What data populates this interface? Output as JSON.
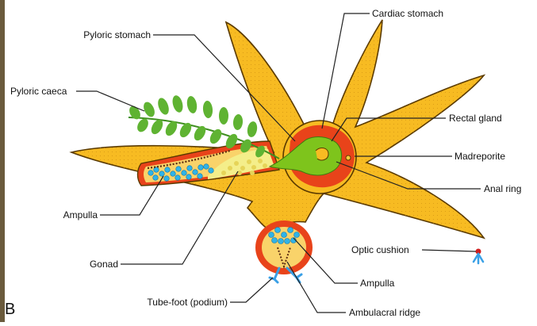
{
  "panel_letter": "B",
  "labels": {
    "cardiac_stomach": "Cardiac stomach",
    "pyloric_stomach": "Pyloric stomach",
    "pyloric_caeca": "Pyloric caeca",
    "rectal_gland": "Rectal gland",
    "madreporite": "Madreporite",
    "anal_ring": "Anal ring",
    "ampulla_left": "Ampulla",
    "gonad": "Gonad",
    "optic_cushion": "Optic cushion",
    "ampulla_bottom": "Ampulla",
    "tube_foot": "Tube-foot (podium)",
    "ambulacral_ridge": "Ambulacral ridge"
  },
  "colors": {
    "arm_fill": "#f7bb22",
    "arm_outline": "#5a3a00",
    "stomach_red": "#e8431a",
    "stomach_green": "#7ec41c",
    "caeca_green": "#5fb332",
    "gonad_yellow": "#f4ee8a",
    "ampulla_blue": "#2fb3e8",
    "tube_foot_blue": "#3aa0e6",
    "optic_cushion_red": "#d11f1f",
    "leader_line": "#222222",
    "left_edge_stripe": "#6a5a3c"
  }
}
